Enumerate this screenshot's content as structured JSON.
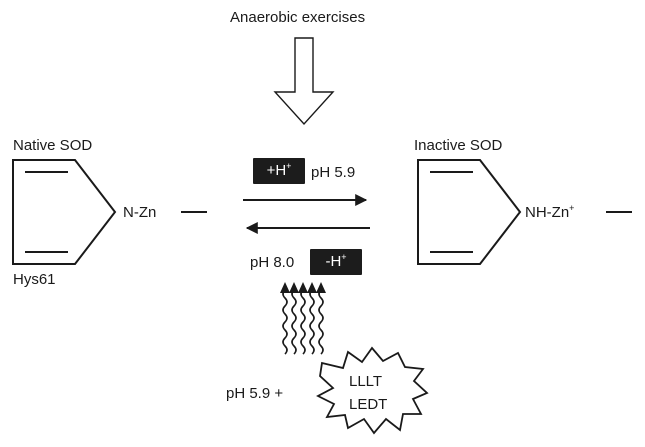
{
  "top_label": "Anaerobic exercises",
  "left_molecule": {
    "title": "Native SOD",
    "group": "N-Zn",
    "residue": "Hys61"
  },
  "right_molecule": {
    "title": "Inactive SOD",
    "group_base": "NH-Zn",
    "group_charge": "+"
  },
  "forward": {
    "badge_base": "+H",
    "badge_charge": "+",
    "ph": "pH 5.9"
  },
  "reverse": {
    "ph": "pH 8.0",
    "badge_base": "-H",
    "badge_charge": "+"
  },
  "bottom": {
    "ph_prefix": "pH 5.9 +",
    "burst_line1": "LLLT",
    "burst_line2": "LEDT"
  },
  "colors": {
    "ink": "#1a1a1a",
    "badge_bg": "#1c1c1c",
    "badge_text": "#ffffff"
  }
}
